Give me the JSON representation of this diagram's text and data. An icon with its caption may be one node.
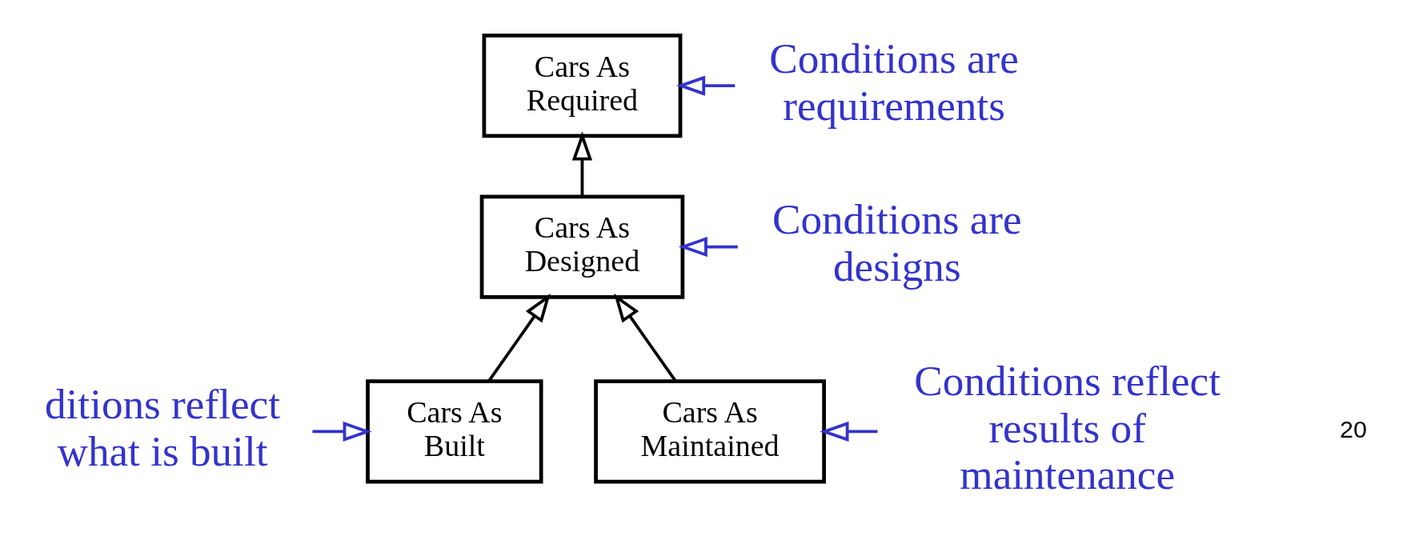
{
  "diagram": {
    "nodes": [
      {
        "text": [
          "Cars As Required"
        ]
      },
      {
        "text": [
          "Cars As Designed"
        ]
      },
      {
        "text": [
          "Cars As Built"
        ]
      },
      {
        "text": [
          "Cars As Maintained"
        ]
      },
      {
        "text": [
          "Conditions are requirements"
        ]
      },
      {
        "text": [
          "Conditions are designs"
        ]
      },
      {
        "text": [
          "ditions reflect what is built"
        ]
      },
      {
        "text": [
          "Conditions reflect results of maintenance"
        ]
      }
    ],
    "edges": [
      {
        "from": 1,
        "to": 0,
        "arrow": "to",
        "color": "#000000"
      },
      {
        "from": 2,
        "to": 1,
        "arrow": "to",
        "color": "#000000"
      },
      {
        "from": 3,
        "to": 1,
        "arrow": "to",
        "color": "#000000"
      },
      {
        "from": 4,
        "to": 0,
        "arrow": "to"
      },
      {
        "from": 5,
        "to": 1,
        "arrow": "to"
      },
      {
        "from": 6,
        "to": 2,
        "arrow": "to"
      },
      {
        "from": 7,
        "to": 3,
        "arrow": "to"
      }
    ],
    "labels": [
      "20"
    ]
  }
}
